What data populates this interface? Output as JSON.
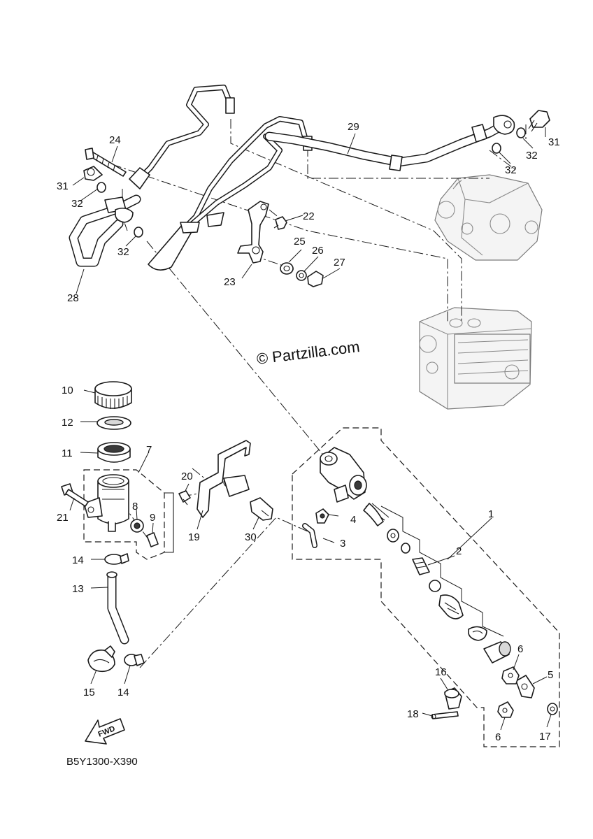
{
  "watermark": "© Partzilla.com",
  "diagram_code": "B5Y1300-X390",
  "fwd_label": "FWD",
  "callouts": {
    "c1": "1",
    "c2": "2",
    "c3": "3",
    "c4": "4",
    "c5": "5",
    "c6a": "6",
    "c6b": "6",
    "c7": "7",
    "c8": "8",
    "c9": "9",
    "c10": "10",
    "c11": "11",
    "c12": "12",
    "c13": "13",
    "c14a": "14",
    "c14b": "14",
    "c15": "15",
    "c16": "16",
    "c17": "17",
    "c18": "18",
    "c19": "19",
    "c20": "20",
    "c21": "21",
    "c22": "22",
    "c23": "23",
    "c24": "24",
    "c25": "25",
    "c26": "26",
    "c27": "27",
    "c28": "28",
    "c29": "29",
    "c30": "30",
    "c31a": "31",
    "c31b": "31",
    "c32a": "32",
    "c32b": "32",
    "c32c": "32",
    "c32d": "32"
  }
}
